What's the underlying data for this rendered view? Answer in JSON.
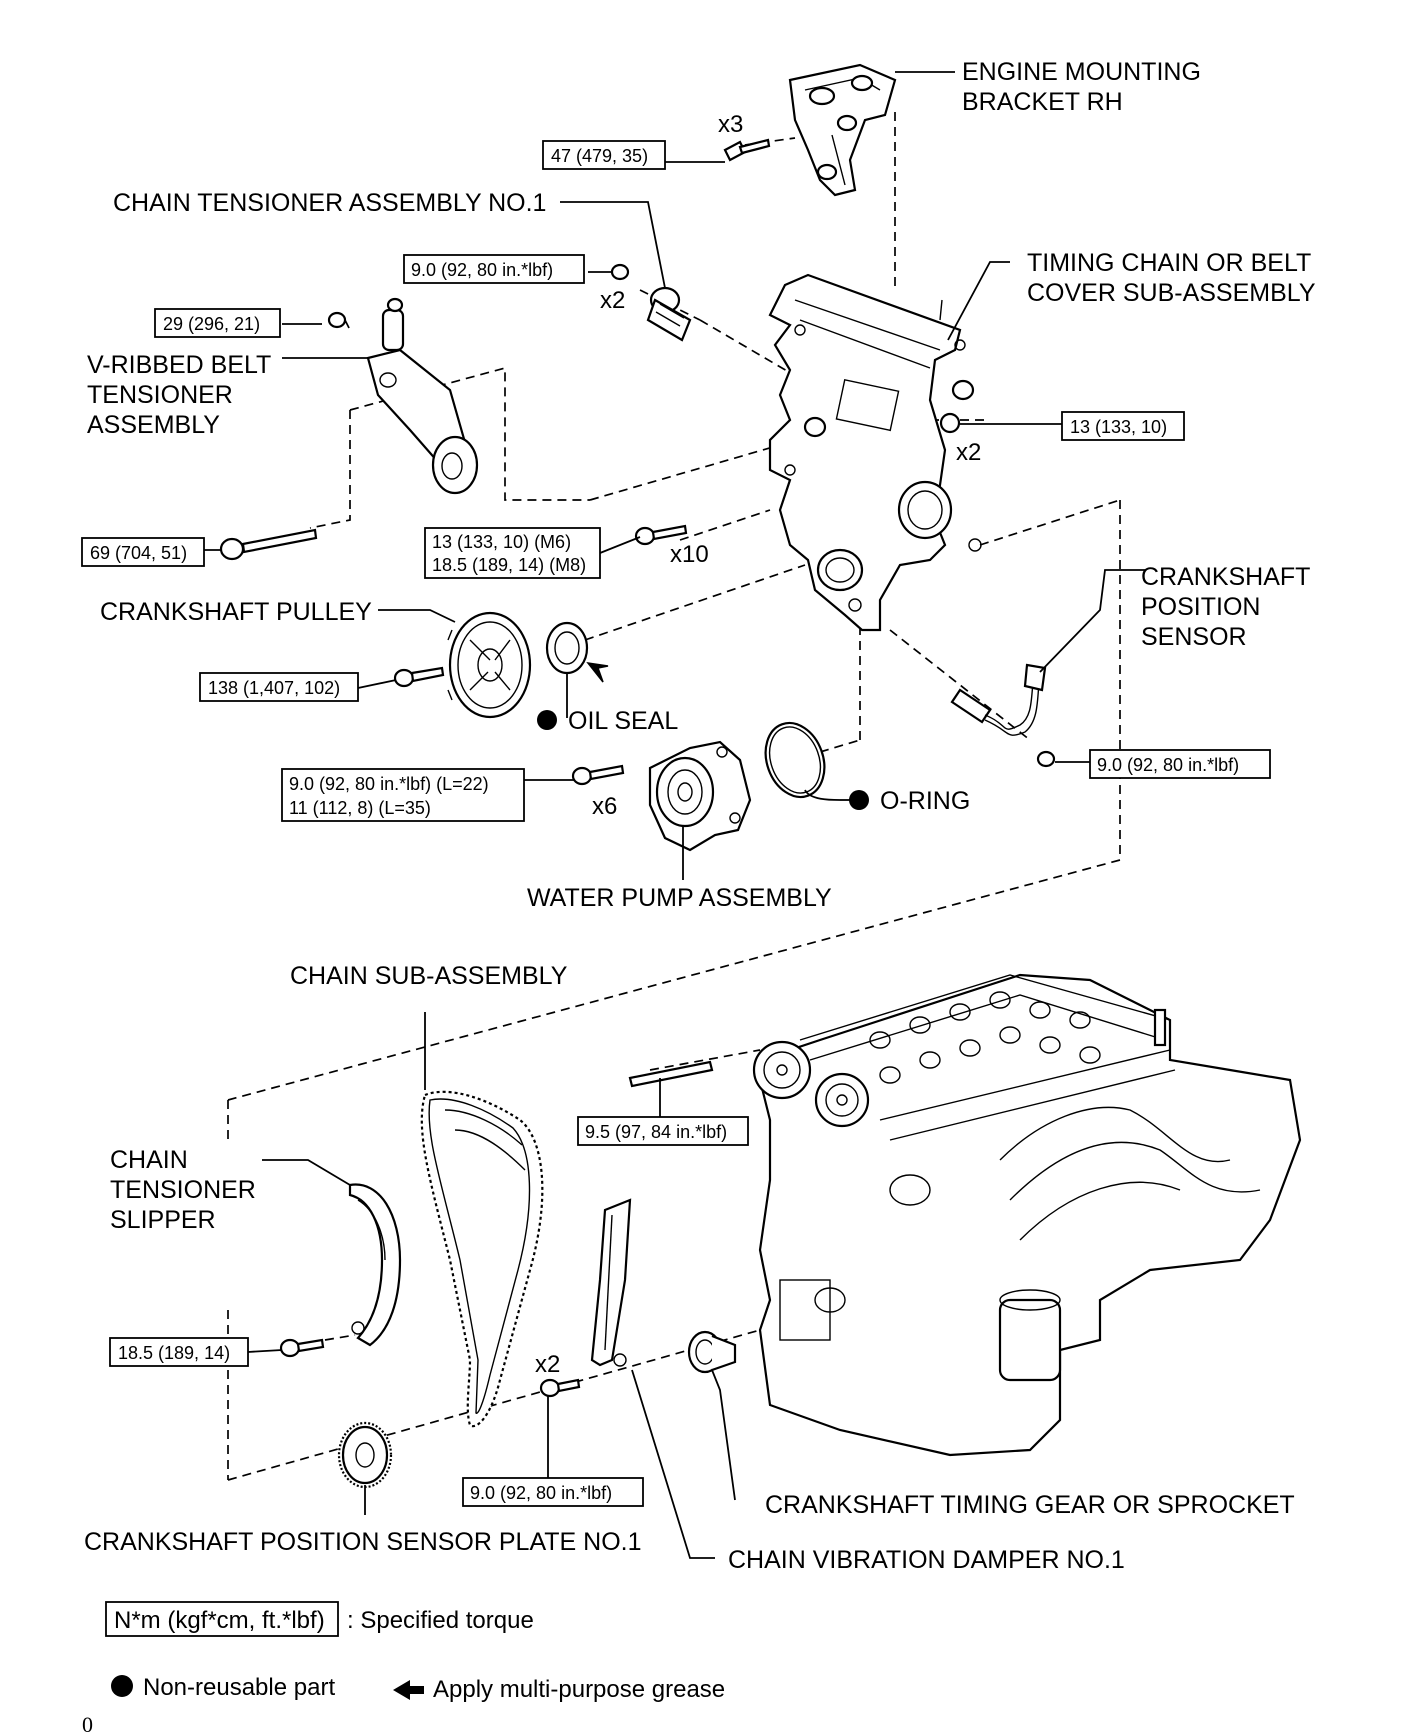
{
  "labels": {
    "engine_mounting_bracket": [
      "ENGINE MOUNTING",
      "BRACKET RH"
    ],
    "chain_tensioner_no1": "CHAIN TENSIONER ASSEMBLY NO.1",
    "timing_chain_cover": [
      "TIMING CHAIN OR BELT",
      "COVER SUB-ASSEMBLY"
    ],
    "v_ribbed_belt_tensioner": [
      "V-RIBBED BELT",
      "TENSIONER",
      "ASSEMBLY"
    ],
    "crankshaft_position_sensor": [
      "CRANKSHAFT",
      "POSITION",
      "SENSOR"
    ],
    "crankshaft_pulley": "CRANKSHAFT PULLEY",
    "oil_seal": "OIL SEAL",
    "o_ring": "O-RING",
    "water_pump": "WATER PUMP ASSEMBLY",
    "chain_sub_assembly": "CHAIN SUB-ASSEMBLY",
    "chain_tensioner_slipper": [
      "CHAIN",
      "TENSIONER",
      "SLIPPER"
    ],
    "crankshaft_timing_gear": "CRANKSHAFT TIMING GEAR OR SPROCKET",
    "crankshaft_position_sensor_plate": "CRANKSHAFT POSITION SENSOR PLATE NO.1",
    "chain_vibration_damper": "CHAIN VIBRATION DAMPER NO.1"
  },
  "torques": {
    "bracket_bolt": "47 (479, 35)",
    "tensioner_nut": "9.0 (92, 80 in.*lbf)",
    "belt_tensioner_nut": "29 (296, 21)",
    "cover_nut": "13 (133, 10)",
    "belt_tensioner_bolt": "69 (704, 51)",
    "cover_bolts": [
      "13 (133, 10) (M6)",
      "18.5 (189, 14) (M8)"
    ],
    "pulley_bolt": "138 (1,407, 102)",
    "sensor_bolt": "9.0 (92, 80 in.*lbf)",
    "water_pump_bolts": [
      "9.0 (92, 80 in.*lbf) (L=22)",
      "11 (112, 8) (L=35)"
    ],
    "stud_bolt": "9.5 (97, 84 in.*lbf)",
    "slipper_bolt": "18.5 (189, 14)",
    "damper_bolts": "9.0 (92, 80 in.*lbf)"
  },
  "quantities": {
    "bracket": "x3",
    "tensioner": "x2",
    "cover_nut": "x2",
    "cover_bolts": "x10",
    "water_pump": "x6",
    "damper": "x2"
  },
  "legend": {
    "torque_units": "N*m (kgf*cm, ft.*lbf)",
    "torque_desc": ": Specified torque",
    "nonreusable": "Non-reusable part",
    "grease": "Apply multi-purpose grease"
  },
  "page_mark": "0"
}
